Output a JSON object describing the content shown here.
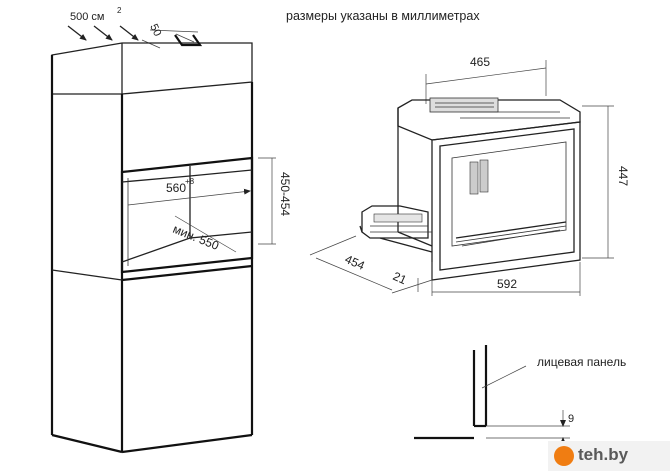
{
  "header": {
    "units_note": "размеры указаны в миллиметрах"
  },
  "cabinet": {
    "vent_area": "500 см",
    "vent_area_sup": "2",
    "top_gap": "50",
    "niche_width": "560",
    "niche_width_sup": "+8",
    "niche_depth": "мин. 550",
    "niche_height": "450-454"
  },
  "appliance": {
    "depth_top": "465",
    "height": "447",
    "front_width": "592",
    "depth_total": "454",
    "front_thickness": "21"
  },
  "detail": {
    "panel_label": "лицевая панель",
    "gap": "9"
  },
  "watermark": {
    "text": "teh.by"
  }
}
